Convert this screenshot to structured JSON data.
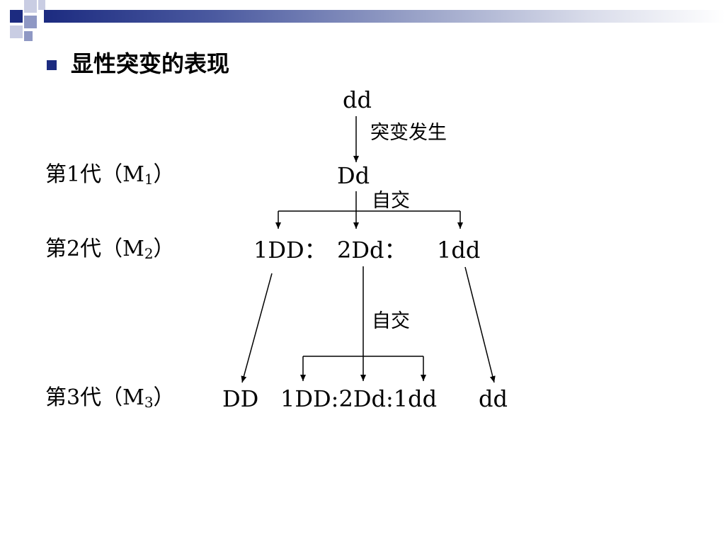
{
  "slide": {
    "title": "显性突变的表现",
    "colors": {
      "accent": "#1c2b80",
      "text": "#000000",
      "background": "#ffffff"
    }
  },
  "diagram": {
    "top": "dd",
    "mutation_label": "突变发生",
    "generations": [
      {
        "prefix": "第1代（M",
        "sub": "1",
        "suffix": "）"
      },
      {
        "prefix": "第2代（M",
        "sub": "2",
        "suffix": "）"
      },
      {
        "prefix": "第3代（M",
        "sub": "3",
        "suffix": "）"
      }
    ],
    "m1": "Dd",
    "selfing_label_1": "自交",
    "m2": [
      "1DD：",
      "2Dd：",
      "1dd"
    ],
    "selfing_label_2": "自交",
    "m3": {
      "left": "DD",
      "middle": "1DD:2Dd:1dd",
      "right": "dd"
    }
  }
}
